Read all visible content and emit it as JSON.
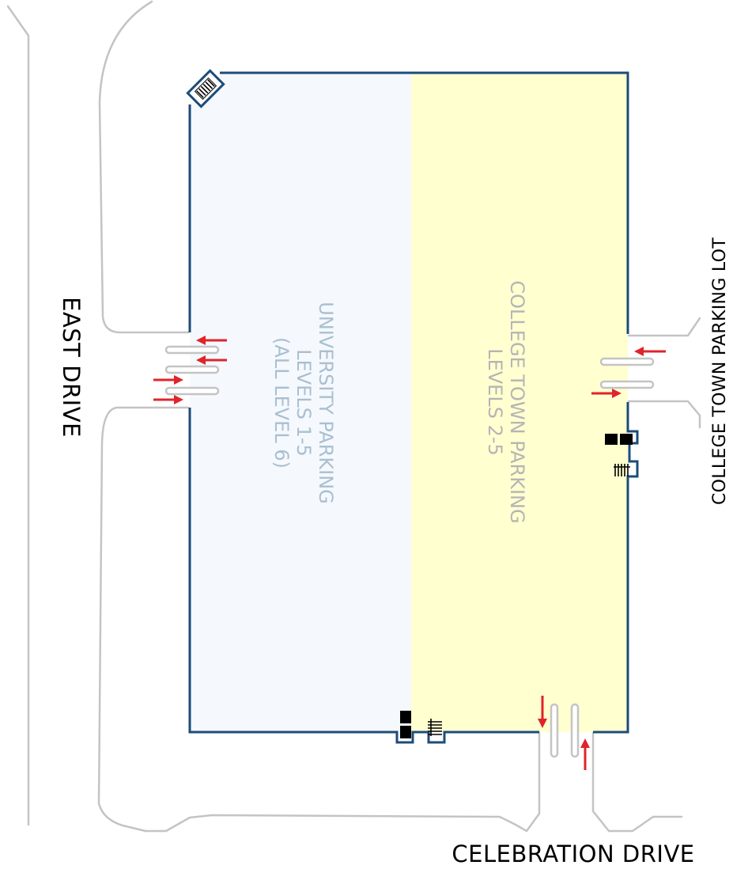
{
  "streets": {
    "east_drive": "EAST DRIVE",
    "celebration_drive": "CELEBRATION DRIVE",
    "college_town_lot": "COLLEGE TOWN PARKING LOT"
  },
  "zones": {
    "university": {
      "lines": [
        "UNIVERSITY PARKING",
        "LEVELS 1-5",
        "(ALL LEVEL 6)"
      ],
      "fill": "#f5f8fc",
      "text_color": "#a9bfd1"
    },
    "college_town": {
      "lines": [
        "COLLEGE TOWN PARKING",
        "LEVELS 2-5"
      ],
      "fill": "#ffffd0",
      "text_color": "#b5b5b5"
    }
  },
  "colors": {
    "outline": "#1c4c79",
    "roads": "#c4c4c4",
    "arrows": "#e0242b",
    "elevators": "#000000"
  },
  "icons": {
    "entrance_arrow": "red-arrow-icon",
    "elevator": "elevator-icon",
    "stairs": "stairs-icon"
  }
}
